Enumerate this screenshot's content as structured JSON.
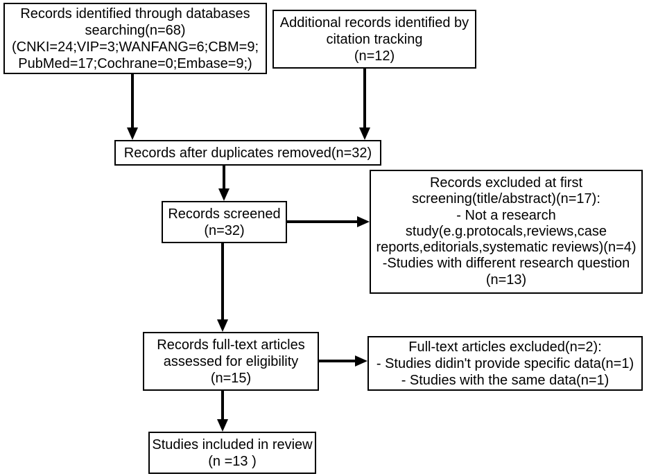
{
  "flowchart": {
    "identified": {
      "lines": [
        "Records identified through databases",
        "searching(n=68)",
        "(CNKI=24;VIP=3;WANFANG=6;CBM=9;",
        "PubMed=17;Cochrane=0;Embase=9;)"
      ]
    },
    "additional": {
      "lines": [
        "Additional records identified by",
        "citation tracking",
        "(n=12)"
      ]
    },
    "after_duplicates": {
      "lines": [
        "Records after duplicates removed(n=32)"
      ]
    },
    "screened": {
      "lines": [
        "Records screened",
        "(n=32)"
      ]
    },
    "excluded_screening": {
      "lines": [
        "Records excluded at first",
        "screening(title/abstract)(n=17):",
        "- Not a research",
        "study(e.g.protocals,reviews,case",
        "reports,editorials,systematic reviews)(n=4)",
        "-Studies with different research question",
        "(n=13)"
      ]
    },
    "full_text_assessed": {
      "lines": [
        "Records full-text articles",
        "assessed for eligibility",
        "(n=15)"
      ]
    },
    "full_text_excluded": {
      "lines": [
        "Full-text articles excluded(n=2):",
        "- Studies didin't provide specific data(n=1)",
        "- Studies with the same data(n=1)"
      ]
    },
    "included": {
      "lines": [
        "Studies included in review",
        "(n =13 )"
      ]
    }
  }
}
